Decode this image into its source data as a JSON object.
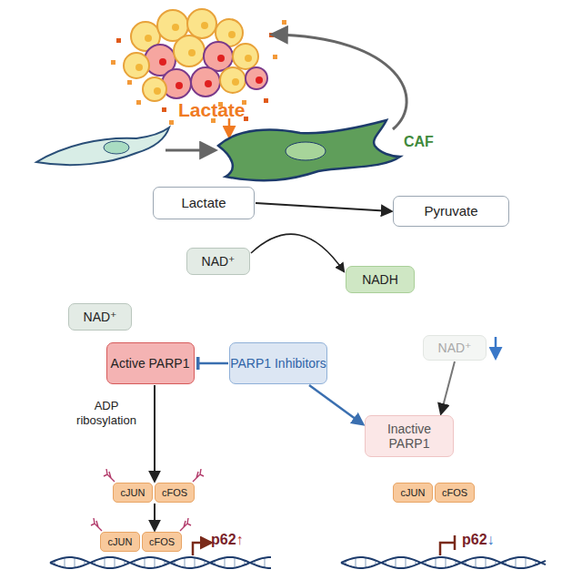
{
  "diagram": {
    "nodes": [
      {
        "text": [
          "Lactate"
        ]
      },
      {
        "text": [
          "Pyruvate"
        ]
      },
      {
        "text": [
          "NAD⁺"
        ]
      },
      {
        "text": [
          "NADH"
        ]
      },
      {
        "text": [
          "NAD⁺"
        ]
      },
      {
        "text": [
          "Active PARP1"
        ]
      },
      {
        "text": [
          "PARP1 Inhibitors"
        ]
      },
      {
        "text": [
          "NAD⁺"
        ]
      },
      {
        "text": [
          "Inactive PARP1"
        ]
      },
      {
        "text": [
          "cJUN"
        ]
      },
      {
        "text": [
          "cFOS"
        ]
      },
      {
        "text": [
          "cJUN"
        ]
      },
      {
        "text": [
          "cFOS"
        ]
      },
      {
        "text": [
          "cJUN"
        ]
      },
      {
        "text": [
          "cFOS"
        ]
      }
    ],
    "edges": [
      {
        "from": 0,
        "to": 1,
        "arrow": "to"
      },
      {
        "from": 2,
        "to": 3,
        "arrow": "to"
      },
      {
        "from": 6,
        "to": 5,
        "arrow": "to"
      },
      {
        "from": 6,
        "to": 8,
        "arrow": "to"
      },
      {
        "from": 7,
        "to": 8,
        "arrow": "to"
      },
      {
        "from": 5,
        "to": 9,
        "arrow": "to"
      },
      {
        "from": 9,
        "to": 11,
        "arrow": "to"
      }
    ],
    "labels": [
      "Lactate",
      "CAF",
      "ADP ribosylation",
      "p62↑",
      "p62↓"
    ]
  }
}
